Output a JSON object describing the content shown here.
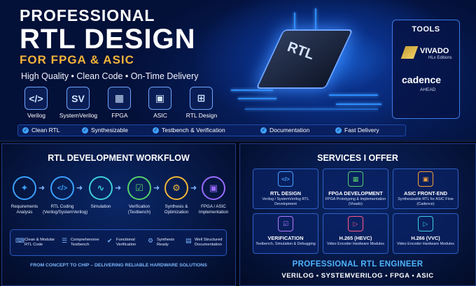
{
  "header": {
    "line1": "PROFESSIONAL",
    "line2": "RTL DESIGN",
    "line3": "FOR FPGA & ASIC",
    "tagline": "High Quality • Clean Code • On-Time Delivery"
  },
  "chip": {
    "label": "RTL"
  },
  "tech_icons": [
    {
      "label": "Verilog",
      "glyph": "</>",
      "icon": "code-icon"
    },
    {
      "label": "SystemVerilog",
      "glyph": "SV",
      "icon": "sv-icon"
    },
    {
      "label": "FPGA",
      "glyph": "▦",
      "icon": "fpga-chip-icon"
    },
    {
      "label": "ASIC",
      "glyph": "▣",
      "icon": "asic-chip-icon"
    },
    {
      "label": "RTL Design",
      "glyph": "⊞",
      "icon": "rtl-design-icon"
    }
  ],
  "tools": {
    "title": "TOOLS",
    "vivado": "VIVADO",
    "vivado_sub": "HLx Editions",
    "cadence": "cadence",
    "cadence_sub": "AHEAD"
  },
  "features": [
    "Clean RTL",
    "Synthesizable",
    "Testbench & Verification",
    "Documentation",
    "Fast Delivery"
  ],
  "workflow": {
    "title": "RTL DEVELOPMENT WORKFLOW",
    "steps": [
      {
        "label": "Requirements Analysis",
        "glyph": "✦",
        "color": "#3aa0ff",
        "icon": "lightbulb-icon"
      },
      {
        "label": "RTL Coding (Verilog/SystemVerilog)",
        "glyph": "</>",
        "color": "#3aa0ff",
        "icon": "code-icon"
      },
      {
        "label": "Simulation",
        "glyph": "∿",
        "color": "#3fd0d8",
        "icon": "waveform-icon"
      },
      {
        "label": "Verification (Testbench)",
        "glyph": "☑",
        "color": "#56d16a",
        "icon": "checklist-icon"
      },
      {
        "label": "Synthesis & Optimization",
        "glyph": "⚙",
        "color": "#f0b63a",
        "icon": "gears-icon"
      },
      {
        "label": "FPGA / ASIC Implementation",
        "glyph": "▣",
        "color": "#9b6bff",
        "icon": "chip-icon"
      }
    ],
    "highlights": [
      {
        "label": "Clean & Modular RTL Code",
        "glyph": "⌨",
        "icon": "code-file-icon"
      },
      {
        "label": "Comprehensive Testbench",
        "glyph": "☰",
        "icon": "clipboard-icon"
      },
      {
        "label": "Functional Verification",
        "glyph": "✔",
        "icon": "check-circle-icon"
      },
      {
        "label": "Synthesis Ready",
        "glyph": "⚙",
        "icon": "gears-icon"
      },
      {
        "label": "Well Structured Documentation",
        "glyph": "▤",
        "icon": "document-icon"
      }
    ],
    "motto": "FROM CONCEPT TO CHIP – DELIVERING RELIABLE HARDWARE SOLUTIONS"
  },
  "services": {
    "title": "SERVICES I OFFER",
    "cards": [
      {
        "title": "RTL DESIGN",
        "desc": "Verilog / SystemVerilog RTL Development",
        "glyph": "</>",
        "color": "#4aa2ff",
        "icon": "code-file-icon"
      },
      {
        "title": "FPGA DEVELOPMENT",
        "desc": "FPGA Prototyping & Implementation (Vivado)",
        "glyph": "▦",
        "color": "#55cf6a",
        "icon": "fpga-board-icon"
      },
      {
        "title": "ASIC FRONT-END",
        "desc": "Synthesizable RTL for ASIC Flow (Cadence)",
        "glyph": "▣",
        "color": "#f2a33a",
        "icon": "asic-chip-icon"
      },
      {
        "title": "VERIFICATION",
        "desc": "Testbench, Simulation & Debugging",
        "glyph": "☑",
        "color": "#b07bff",
        "icon": "checklist-icon"
      },
      {
        "title": "H.265 (HEVC)",
        "desc": "Video Encoder Hardware Modules",
        "glyph": "▷",
        "color": "#ff5a8a",
        "icon": "video-play-icon"
      },
      {
        "title": "H.266 (VVC)",
        "desc": "Video Encoder Hardware Modules",
        "glyph": "▷",
        "color": "#3fd0e0",
        "icon": "video-play-icon"
      }
    ],
    "role": "PROFESSIONAL RTL ENGINEER",
    "langs": "VERILOG  •  SYSTEMVERILOG  •  FPGA  •  ASIC"
  }
}
